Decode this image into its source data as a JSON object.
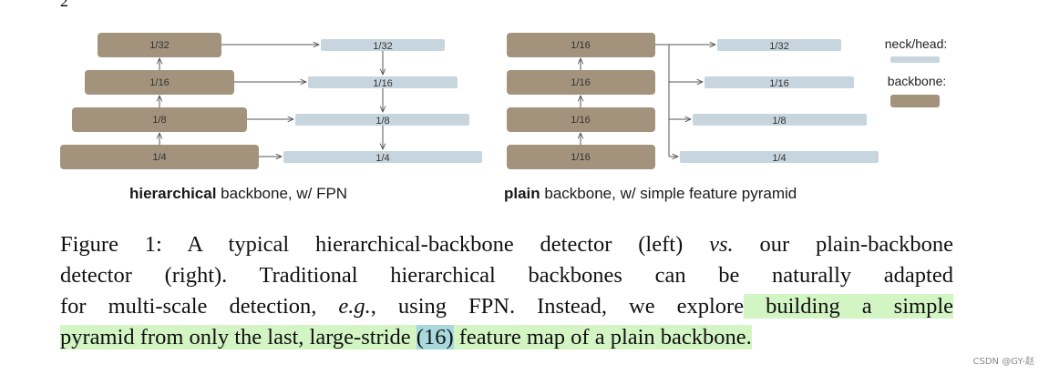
{
  "page_number": "2",
  "figure": {
    "left_panel": {
      "backbone_labels": [
        "1/32",
        "1/16",
        "1/8",
        "1/4"
      ],
      "neck_labels": [
        "1/32",
        "1/16",
        "1/8",
        "1/4"
      ],
      "caption_bold": "hierarchical",
      "caption_rest": " backbone, w/ FPN"
    },
    "right_panel": {
      "backbone_labels": [
        "1/16",
        "1/16",
        "1/16",
        "1/16"
      ],
      "neck_labels": [
        "1/32",
        "1/16",
        "1/8",
        "1/4"
      ],
      "caption_bold": "plain",
      "caption_rest": " backbone, w/ simple feature pyramid"
    },
    "legend": {
      "neck_head": "neck/head:",
      "backbone": "backbone:"
    },
    "colors": {
      "backbone": "#a3937c",
      "neck": "#c7d6de",
      "arrow": "#555555",
      "highlight": "#d3f5c4",
      "highlight_blue": "#a9d9dd"
    }
  },
  "caption": {
    "line1_a": "Figure 1: A typical hierarchical-backbone detector (left) ",
    "line1_vs": "vs.",
    "line1_b": " our plain-backbone",
    "line2": "detector (right). Traditional hierarchical backbones can be naturally adapted",
    "line3_a": "for multi-scale detection, ",
    "line3_eg": "e.g.",
    "line3_b": ", using FPN. Instead, we explore",
    "line3_hl": " building a simple",
    "line4_a": "pyramid from only the last, large-stride ",
    "line4_16": "(16)",
    "line4_b": " feature map of a plain backbone."
  },
  "watermark": "CSDN @GY-赵"
}
